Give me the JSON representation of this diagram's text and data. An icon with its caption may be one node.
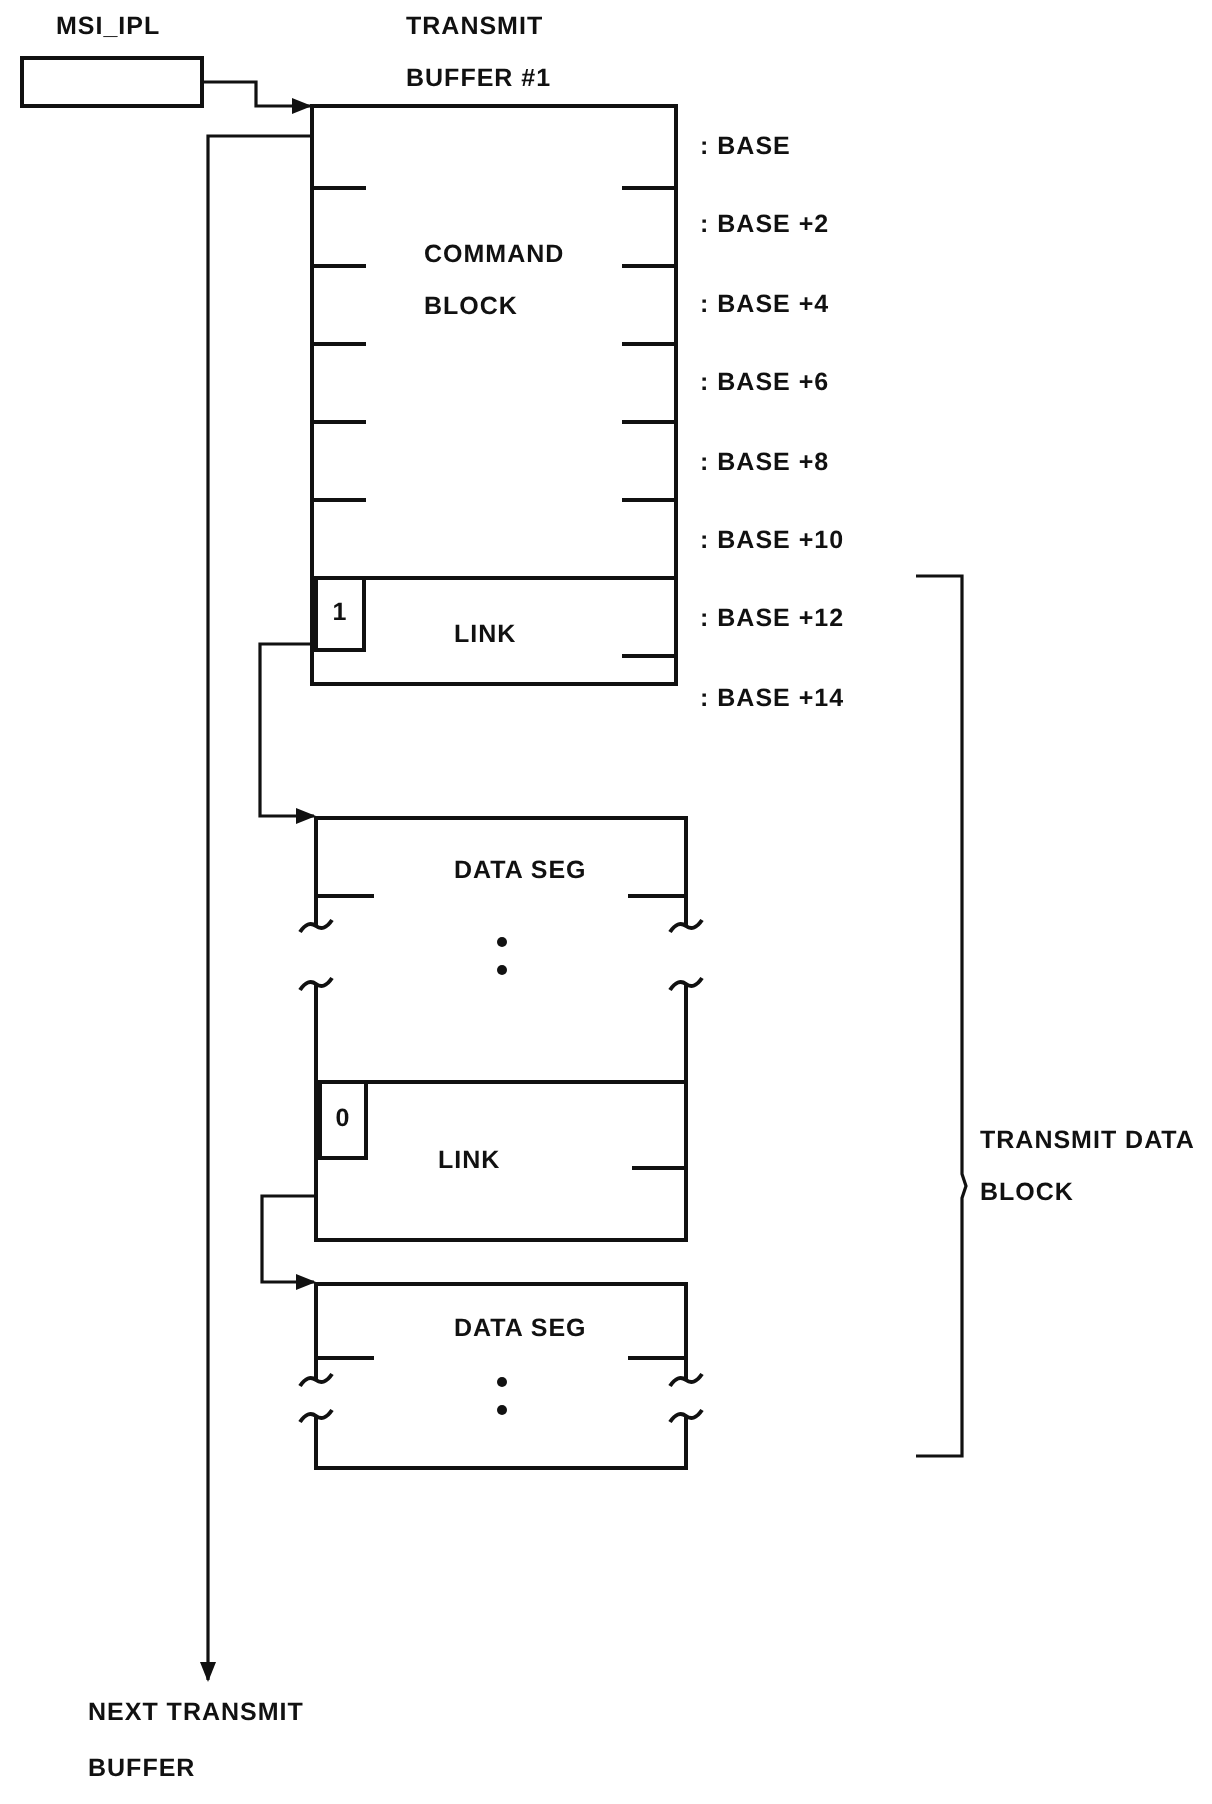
{
  "diagram": {
    "nodes": [
      {
        "text": [
          "MSI_IPL"
        ]
      },
      {
        "text": [
          "TRANSMIT BUFFER #1",
          "COMMAND BLOCK"
        ]
      },
      {
        "text": [
          "LINK"
        ],
        "in": 1
      },
      {
        "text": [
          "1"
        ],
        "in": 2
      },
      {
        "text": [
          "DATA SEG"
        ]
      },
      {
        "text": [
          "LINK"
        ],
        "in": 4
      },
      {
        "text": [
          "0"
        ],
        "in": 5
      },
      {
        "text": [
          "DATA SEG"
        ]
      },
      {
        "text": [
          "NEXT TRANSMIT BUFFER"
        ]
      }
    ],
    "edges": [
      {
        "from": 0,
        "to": 1,
        "arrow": "to"
      },
      {
        "from": 2,
        "to": 4,
        "arrow": "to"
      },
      {
        "from": 5,
        "to": 7,
        "arrow": "to"
      },
      {
        "from": 1,
        "to": 8,
        "arrow": "to"
      }
    ],
    "labels": [
      ": BASE",
      ": BASE +2",
      ": BASE +4",
      ": BASE +6",
      ": BASE +8",
      ": BASE +10",
      ": BASE +12",
      ": BASE +14",
      "TRANSMIT DATA BLOCK"
    ]
  }
}
